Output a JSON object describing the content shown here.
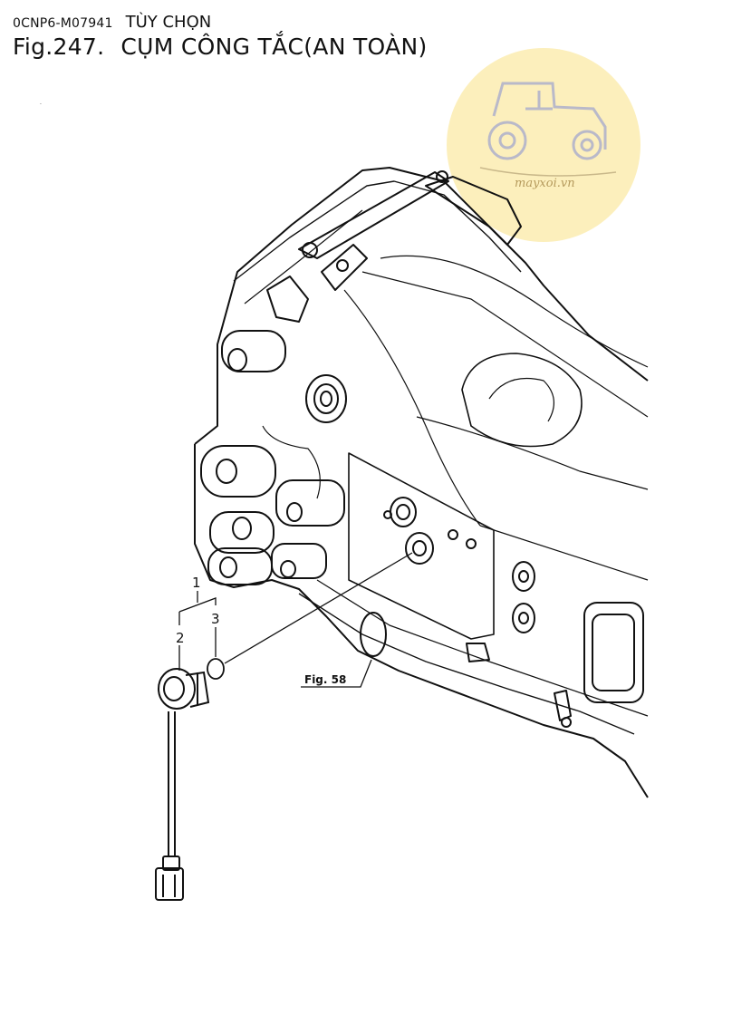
{
  "header": {
    "code": "0CNP6-M07941",
    "option": "TÙY CHỌN",
    "fig_number": "Fig.247.",
    "fig_title": "CỤM CÔNG TẮC(AN TOÀN)"
  },
  "callouts": {
    "c1": "1",
    "c2": "2",
    "c3": "3",
    "figref": "Fig. 58"
  },
  "watermark": {
    "text": "mayxoi.vn",
    "color": "#fbe9a6"
  }
}
